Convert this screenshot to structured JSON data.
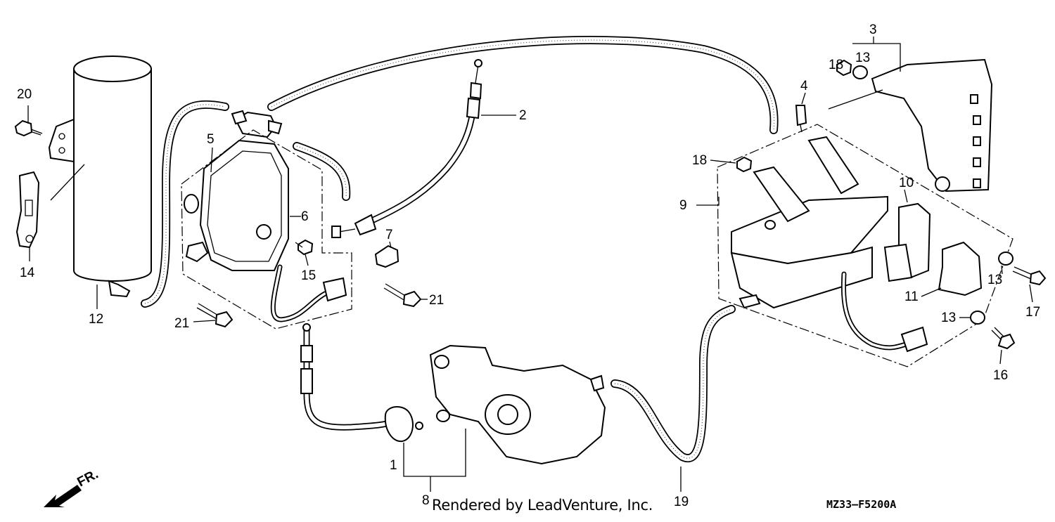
{
  "callouts": {
    "n1": "1",
    "n2": "2",
    "n3": "3",
    "n4": "4",
    "n5": "5",
    "n6": "6",
    "n7": "7",
    "n8": "8",
    "n9": "9",
    "n10": "10",
    "n11": "11",
    "n12": "12",
    "n13a": "13",
    "n13b": "13",
    "n13c": "13",
    "n14": "14",
    "n15": "15",
    "n16": "16",
    "n17": "17",
    "n18a": "18",
    "n18b": "18",
    "n19": "19",
    "n20": "20",
    "n21a": "21",
    "n21b": "21"
  },
  "front_arrow": {
    "label": "FR."
  },
  "footer": {
    "credit": "Rendered by LeadVenture, Inc.",
    "diagram_code": "MZ33—F5200A"
  }
}
